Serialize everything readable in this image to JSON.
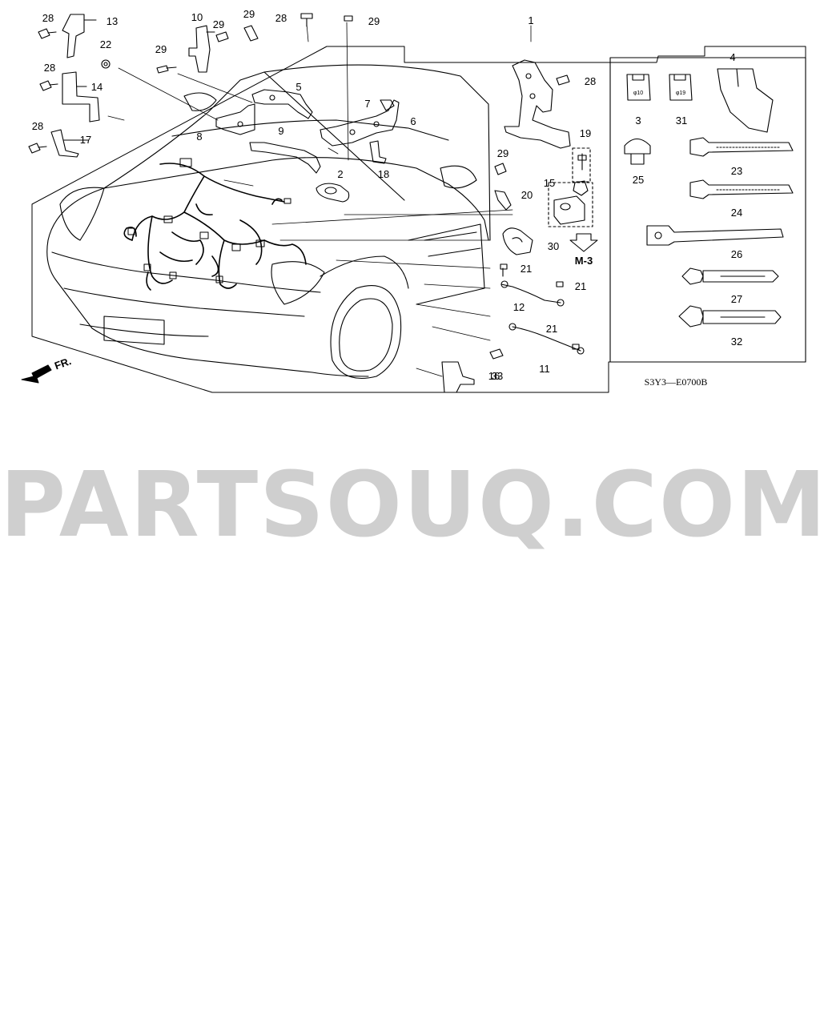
{
  "callouts": {
    "c1": "1",
    "c2": "2",
    "c3": "3",
    "c4": "4",
    "c5": "5",
    "c6": "6",
    "c7": "7",
    "c8": "8",
    "c9": "9",
    "c10": "10",
    "c11": "11",
    "c12": "12",
    "c13": "13",
    "c14": "14",
    "c15": "15",
    "c16": "16",
    "c17": "17",
    "c18": "18",
    "c19": "19",
    "c20": "20",
    "c21": "21",
    "c22": "22",
    "c23": "23",
    "c24": "24",
    "c25": "25",
    "c26": "26",
    "c27": "27",
    "c28": "28",
    "c29": "29",
    "c30": "30",
    "c31": "31",
    "c32": "32",
    "c33": "33"
  },
  "reference_label": "M-3",
  "direction_label": "FR.",
  "connector_marks": {
    "m10": "φ10",
    "m19": "φ19"
  },
  "diagram_code": "S3Y3—E0700B",
  "watermark": "PARTSOUQ.COM"
}
